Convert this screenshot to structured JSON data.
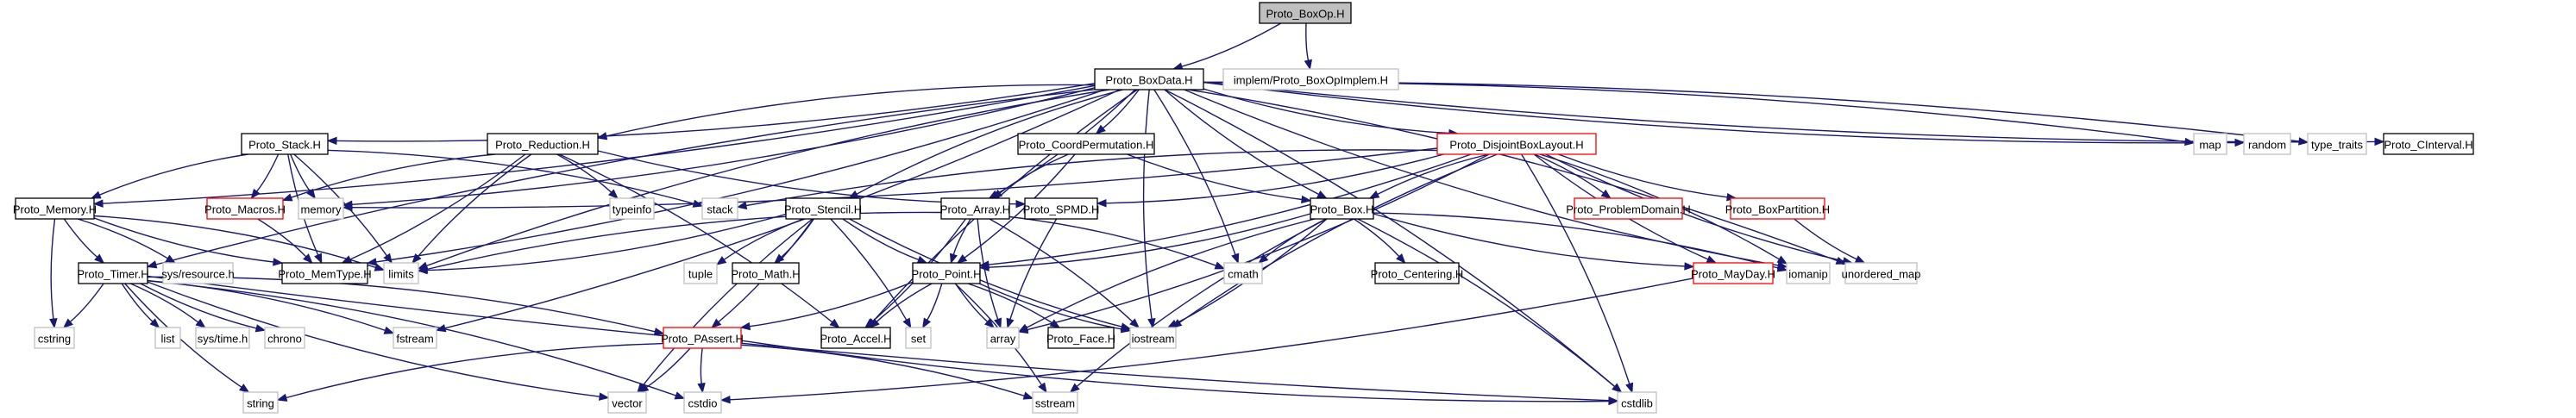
{
  "title": "Proto_BoxOp.H include dependency graph",
  "colors": {
    "edge": "#191970",
    "local_border": "#000000",
    "system_border": "#bfbfbf",
    "incomplete_border": "#ff0000",
    "root_fill": "#bfbfbf"
  },
  "nodes": [
    {
      "id": "BoxOp",
      "label": "Proto_BoxOp.H",
      "kind": "root"
    },
    {
      "id": "BoxData",
      "label": "Proto_BoxData.H",
      "kind": "local"
    },
    {
      "id": "BoxOpImplem",
      "label": "implem/Proto_BoxOpImplem.H",
      "kind": "system"
    },
    {
      "id": "Stack",
      "label": "Proto_Stack.H",
      "kind": "local"
    },
    {
      "id": "Reduction",
      "label": "Proto_Reduction.H",
      "kind": "local"
    },
    {
      "id": "CoordPerm",
      "label": "Proto_CoordPermutation.H",
      "kind": "local"
    },
    {
      "id": "DisjointBoxLayout",
      "label": "Proto_DisjointBoxLayout.H",
      "kind": "incomplete"
    },
    {
      "id": "map",
      "label": "map",
      "kind": "system"
    },
    {
      "id": "random",
      "label": "random",
      "kind": "system"
    },
    {
      "id": "type_traits",
      "label": "type_traits",
      "kind": "system"
    },
    {
      "id": "CInterval",
      "label": "Proto_CInterval.H",
      "kind": "local"
    },
    {
      "id": "Memory",
      "label": "Proto_Memory.H",
      "kind": "local"
    },
    {
      "id": "Macros",
      "label": "Proto_Macros.H",
      "kind": "incomplete"
    },
    {
      "id": "memory",
      "label": "memory",
      "kind": "system"
    },
    {
      "id": "typeinfo",
      "label": "typeinfo",
      "kind": "system"
    },
    {
      "id": "stack",
      "label": "stack",
      "kind": "system"
    },
    {
      "id": "Stencil",
      "label": "Proto_Stencil.H",
      "kind": "local"
    },
    {
      "id": "Array",
      "label": "Proto_Array.H",
      "kind": "local"
    },
    {
      "id": "SPMD",
      "label": "Proto_SPMD.H",
      "kind": "local"
    },
    {
      "id": "Box",
      "label": "Proto_Box.H",
      "kind": "local"
    },
    {
      "id": "ProblemDomain",
      "label": "Proto_ProblemDomain.H",
      "kind": "incomplete"
    },
    {
      "id": "BoxPartition",
      "label": "Proto_BoxPartition.H",
      "kind": "incomplete"
    },
    {
      "id": "Timer",
      "label": "Proto_Timer.H",
      "kind": "local"
    },
    {
      "id": "sysresource",
      "label": "sys/resource.h",
      "kind": "system"
    },
    {
      "id": "MemType",
      "label": "Proto_MemType.H",
      "kind": "local"
    },
    {
      "id": "limits",
      "label": "limits",
      "kind": "system"
    },
    {
      "id": "tuple",
      "label": "tuple",
      "kind": "system"
    },
    {
      "id": "Math",
      "label": "Proto_Math.H",
      "kind": "local"
    },
    {
      "id": "Point",
      "label": "Proto_Point.H",
      "kind": "local"
    },
    {
      "id": "cmath",
      "label": "cmath",
      "kind": "system"
    },
    {
      "id": "Centering",
      "label": "Proto_Centering.H",
      "kind": "local"
    },
    {
      "id": "MayDay",
      "label": "Proto_MayDay.H",
      "kind": "incomplete"
    },
    {
      "id": "iomanip",
      "label": "iomanip",
      "kind": "system"
    },
    {
      "id": "unordered_map",
      "label": "unordered_map",
      "kind": "system"
    },
    {
      "id": "cstring",
      "label": "cstring",
      "kind": "system"
    },
    {
      "id": "list",
      "label": "list",
      "kind": "system"
    },
    {
      "id": "systime",
      "label": "sys/time.h",
      "kind": "system"
    },
    {
      "id": "chrono",
      "label": "chrono",
      "kind": "system"
    },
    {
      "id": "fstream",
      "label": "fstream",
      "kind": "system"
    },
    {
      "id": "PAssert",
      "label": "Proto_PAssert.H",
      "kind": "incomplete"
    },
    {
      "id": "Accel",
      "label": "Proto_Accel.H",
      "kind": "local"
    },
    {
      "id": "set",
      "label": "set",
      "kind": "system"
    },
    {
      "id": "array",
      "label": "array",
      "kind": "system"
    },
    {
      "id": "Face",
      "label": "Proto_Face.H",
      "kind": "local"
    },
    {
      "id": "iostream",
      "label": "iostream",
      "kind": "system"
    },
    {
      "id": "string",
      "label": "string",
      "kind": "system"
    },
    {
      "id": "vector",
      "label": "vector",
      "kind": "system"
    },
    {
      "id": "cstdio",
      "label": "cstdio",
      "kind": "system"
    },
    {
      "id": "sstream",
      "label": "sstream",
      "kind": "system"
    },
    {
      "id": "cstdlib",
      "label": "cstdlib",
      "kind": "system"
    }
  ],
  "edges": [
    [
      "BoxOp",
      "BoxData"
    ],
    [
      "BoxOp",
      "BoxOpImplem"
    ],
    [
      "BoxData",
      "Stack"
    ],
    [
      "BoxData",
      "Reduction"
    ],
    [
      "BoxData",
      "CoordPerm"
    ],
    [
      "BoxData",
      "DisjointBoxLayout"
    ],
    [
      "BoxData",
      "map"
    ],
    [
      "BoxData",
      "random"
    ],
    [
      "BoxData",
      "type_traits"
    ],
    [
      "BoxData",
      "CInterval"
    ],
    [
      "BoxData",
      "Memory"
    ],
    [
      "BoxData",
      "Timer"
    ],
    [
      "BoxData",
      "memory"
    ],
    [
      "BoxData",
      "limits"
    ],
    [
      "BoxData",
      "MemType"
    ],
    [
      "BoxData",
      "Stencil"
    ],
    [
      "BoxData",
      "Array"
    ],
    [
      "BoxData",
      "Box"
    ],
    [
      "BoxData",
      "cmath"
    ],
    [
      "BoxData",
      "Accel"
    ],
    [
      "BoxData",
      "fstream"
    ],
    [
      "BoxData",
      "iomanip"
    ],
    [
      "BoxData",
      "unordered_map"
    ],
    [
      "BoxData",
      "iostream"
    ],
    [
      "BoxData",
      "cstdlib"
    ],
    [
      "Stack",
      "Memory"
    ],
    [
      "Stack",
      "Macros"
    ],
    [
      "Stack",
      "memory"
    ],
    [
      "Stack",
      "stack"
    ],
    [
      "Stack",
      "MemType"
    ],
    [
      "Stack",
      "limits"
    ],
    [
      "Reduction",
      "Macros"
    ],
    [
      "Reduction",
      "typeinfo"
    ],
    [
      "Reduction",
      "SPMD"
    ],
    [
      "Reduction",
      "MemType"
    ],
    [
      "Reduction",
      "limits"
    ],
    [
      "Reduction",
      "Accel"
    ],
    [
      "CoordPerm",
      "Array"
    ],
    [
      "CoordPerm",
      "Point"
    ],
    [
      "CoordPerm",
      "Box"
    ],
    [
      "DisjointBoxLayout",
      "memory"
    ],
    [
      "DisjointBoxLayout",
      "stack"
    ],
    [
      "DisjointBoxLayout",
      "SPMD"
    ],
    [
      "DisjointBoxLayout",
      "Box"
    ],
    [
      "DisjointBoxLayout",
      "ProblemDomain"
    ],
    [
      "DisjointBoxLayout",
      "BoxPartition"
    ],
    [
      "DisjointBoxLayout",
      "Point"
    ],
    [
      "DisjointBoxLayout",
      "MayDay"
    ],
    [
      "DisjointBoxLayout",
      "iomanip"
    ],
    [
      "DisjointBoxLayout",
      "unordered_map"
    ],
    [
      "DisjointBoxLayout",
      "array"
    ],
    [
      "DisjointBoxLayout",
      "iostream"
    ],
    [
      "DisjointBoxLayout",
      "cstdlib"
    ],
    [
      "Memory",
      "Timer"
    ],
    [
      "Memory",
      "sysresource"
    ],
    [
      "Memory",
      "MemType"
    ],
    [
      "Memory",
      "limits"
    ],
    [
      "Memory",
      "cstring"
    ],
    [
      "Macros",
      "MemType"
    ],
    [
      "Stencil",
      "tuple"
    ],
    [
      "Stencil",
      "Math"
    ],
    [
      "Stencil",
      "Point"
    ],
    [
      "Stencil",
      "set"
    ],
    [
      "Stencil",
      "vector"
    ],
    [
      "Stencil",
      "limits"
    ],
    [
      "Stencil",
      "iostream"
    ],
    [
      "Stencil",
      "PAssert"
    ],
    [
      "Array",
      "Point"
    ],
    [
      "Array",
      "Accel"
    ],
    [
      "Array",
      "array"
    ],
    [
      "Array",
      "cmath"
    ],
    [
      "Array",
      "limits"
    ],
    [
      "Array",
      "iostream"
    ],
    [
      "SPMD",
      "array"
    ],
    [
      "Box",
      "Point"
    ],
    [
      "Box",
      "cmath"
    ],
    [
      "Box",
      "Centering"
    ],
    [
      "Box",
      "MayDay"
    ],
    [
      "Box",
      "iomanip"
    ],
    [
      "Box",
      "array"
    ],
    [
      "Box",
      "iostream"
    ],
    [
      "Box",
      "sstream"
    ],
    [
      "Box",
      "cstdlib"
    ],
    [
      "BoxPartition",
      "unordered_map"
    ],
    [
      "Timer",
      "cstring"
    ],
    [
      "Timer",
      "list"
    ],
    [
      "Timer",
      "systime"
    ],
    [
      "Timer",
      "chrono"
    ],
    [
      "Timer",
      "fstream"
    ],
    [
      "Timer",
      "string"
    ],
    [
      "Timer",
      "PAssert"
    ],
    [
      "Timer",
      "vector"
    ],
    [
      "Timer",
      "cstdio"
    ],
    [
      "Timer",
      "cstdlib"
    ],
    [
      "Point",
      "PAssert"
    ],
    [
      "Point",
      "Accel"
    ],
    [
      "Point",
      "set"
    ],
    [
      "Point",
      "array"
    ],
    [
      "Point",
      "Face"
    ],
    [
      "Point",
      "iostream"
    ],
    [
      "Point",
      "sstream"
    ],
    [
      "PAssert",
      "string"
    ],
    [
      "PAssert",
      "vector"
    ],
    [
      "PAssert",
      "cstdio"
    ],
    [
      "PAssert",
      "sstream"
    ],
    [
      "PAssert",
      "cstdlib"
    ],
    [
      "MayDay",
      "cstdio"
    ]
  ]
}
